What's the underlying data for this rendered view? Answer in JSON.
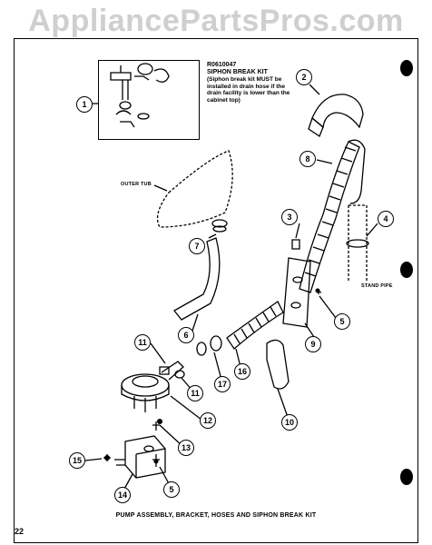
{
  "watermark": "AppliancePartsPros.com",
  "kit": {
    "part_number": "R0610047",
    "title": "SIPHON BREAK KIT",
    "note": "(Siphon break kit MUST be installed in drain hose if the drain facility is lower than the cabinet top)"
  },
  "labels": {
    "outer_tub": "OUTER TUB",
    "stand_pipe": "STAND PIPE"
  },
  "callouts": [
    "1",
    "2",
    "3",
    "4",
    "5",
    "6",
    "7",
    "8",
    "9",
    "10",
    "11",
    "11",
    "12",
    "13",
    "14",
    "15",
    "16",
    "17",
    "5"
  ],
  "footer": "PUMP ASSEMBLY, BRACKET, HOSES AND SIPHON BREAK KIT",
  "page_number": "22"
}
